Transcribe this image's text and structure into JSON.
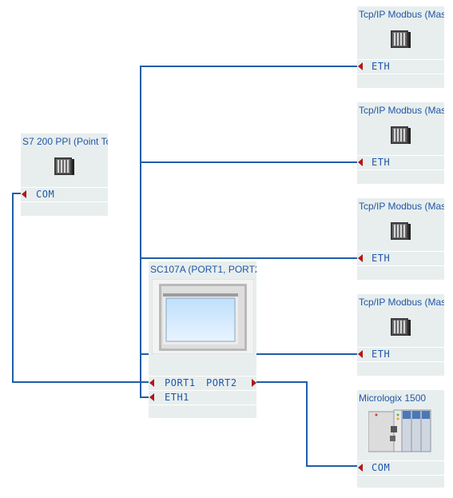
{
  "nodes": {
    "modbus1": {
      "title": "Tcp/IP Modbus (Mas",
      "port": "ETH"
    },
    "modbus2": {
      "title": "Tcp/IP Modbus (Mas",
      "port": "ETH"
    },
    "modbus3": {
      "title": "Tcp/IP Modbus (Mas",
      "port": "ETH"
    },
    "modbus4": {
      "title": "Tcp/IP Modbus (Mas",
      "port": "ETH"
    },
    "s7": {
      "title": "S7 200 PPI (Point To",
      "port": "COM"
    },
    "sc107a": {
      "title": "SC107A (PORT1, PORT2",
      "port1": "PORT1",
      "port2": "PORT2",
      "eth1": "ETH1"
    },
    "micrologix": {
      "title": "Micrologix 1500",
      "port": "COM"
    }
  },
  "colors": {
    "wire": "#1f5ea8",
    "node_bg": "#e8eeee",
    "title_text": "#1f57a6",
    "port_arrow": "#b01818"
  },
  "icons": {
    "device": "server-rack-icon",
    "panel": "touch-panel-icon",
    "plc": "plc-rack-icon"
  }
}
